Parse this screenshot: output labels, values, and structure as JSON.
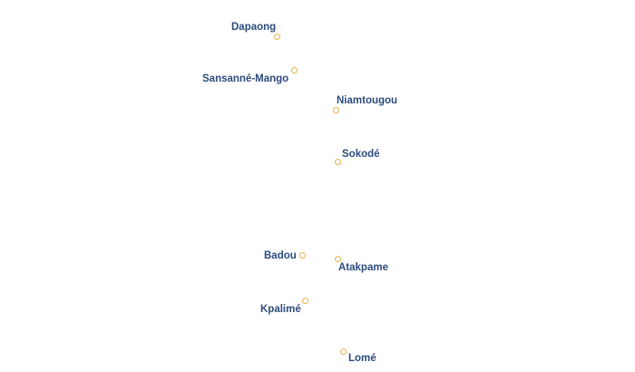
{
  "map": {
    "marker_color": "#e8b04a",
    "label_color": "#2d4b7c",
    "cities": [
      {
        "id": "dapaong",
        "name": "Dapaong"
      },
      {
        "id": "sansanne-mango",
        "name": "Sansanné-Mango"
      },
      {
        "id": "niamtougou",
        "name": "Niamtougou"
      },
      {
        "id": "sokode",
        "name": "Sokodé"
      },
      {
        "id": "badou",
        "name": "Badou"
      },
      {
        "id": "atakpame",
        "name": "Atakpame"
      },
      {
        "id": "kpalime",
        "name": "Kpalimé"
      },
      {
        "id": "lome",
        "name": "Lomé"
      }
    ]
  }
}
